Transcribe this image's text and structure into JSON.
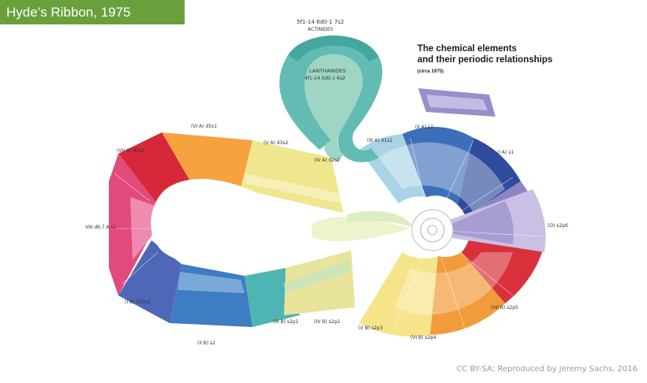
{
  "banner": {
    "title": "Hyde’s Ribbon, 1975"
  },
  "heading": {
    "line1": "The chemical elements",
    "line2": "and their periodic relationships",
    "line3": "(circa 1975)"
  },
  "ribbon_labels": {
    "actinides_config": "5f1-14 6d0-1 7s2",
    "actinides": "ACTINIDES",
    "lanthanides": "LANTHANIDES",
    "lanthanides_config": "4f1-14 5d0-1 6s2",
    "via": "(VI A) d5s1",
    "viia": "(VII A) d5s2",
    "viii": "VIII d6,7,8 s2",
    "va": "(V A) d3s2",
    "iva": "(IV A) d2s2",
    "iiia": "(III A) d1s2",
    "iia": "(II A) s2",
    "ia": "(I A) s1",
    "o": "(O) s2p6",
    "viib": "(VII B) s2p5",
    "vib": "(VI B) s2p4",
    "vb": "(V B) s2p3",
    "ivb": "(IV B) s2p2",
    "iiib": "(III B) s2p1",
    "iib": "(II B) s2",
    "ib": "(I B) d10s1"
  },
  "colors": {
    "banner": "#6aa03c",
    "actinides": "#5fb8b0",
    "red": "#d9303c",
    "orange": "#f4a13c",
    "yellow": "#f2e07a",
    "pale_green": "#cfe5b4",
    "teal": "#4bb3b0",
    "blue": "#3777c0",
    "purple": "#6a64b0",
    "lilac": "#c7bde0",
    "pink": "#e24b78"
  },
  "credit": {
    "text": "CC BY-SA; Reproduced by Jeremy Sachs, 2016"
  }
}
